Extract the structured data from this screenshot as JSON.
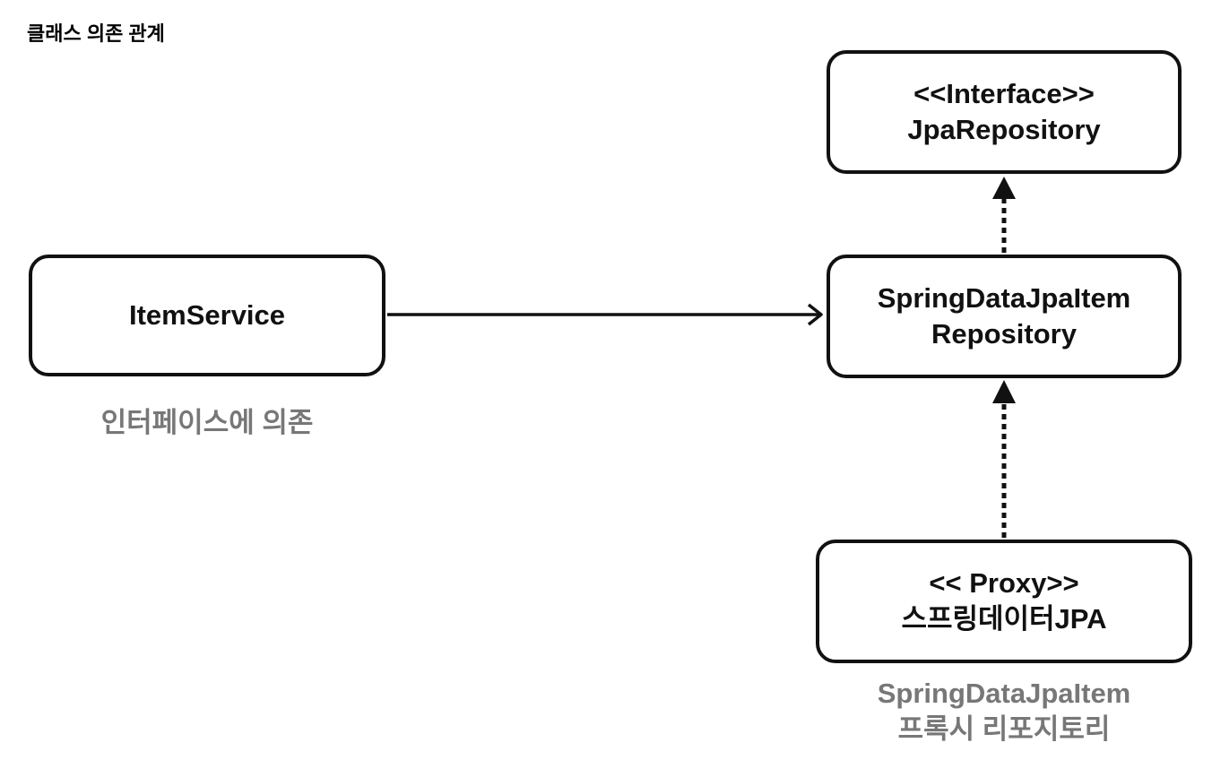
{
  "title": "클래스 의존 관계",
  "nodes": {
    "jpa_repository": {
      "line1": "<<Interface>>",
      "line2": "JpaRepository"
    },
    "spring_data_jpa_item_repository": {
      "line1": "SpringDataJpaItem",
      "line2": "Repository"
    },
    "item_service": {
      "label": "ItemService"
    },
    "proxy": {
      "line1": "<< Proxy>>",
      "line2": "스프링데이터JPA"
    }
  },
  "captions": {
    "item_service": "인터페이스에 의존",
    "proxy_line1": "SpringDataJpaItem",
    "proxy_line2": "프록시 리포지토리"
  },
  "edges": [
    {
      "from": "item_service",
      "to": "spring_data_jpa_item_repository",
      "style": "solid",
      "arrow": "open"
    },
    {
      "from": "spring_data_jpa_item_repository",
      "to": "jpa_repository",
      "style": "dotted",
      "arrow": "filled"
    },
    {
      "from": "proxy",
      "to": "spring_data_jpa_item_repository",
      "style": "dotted",
      "arrow": "filled"
    }
  ],
  "colors": {
    "stroke": "#111111",
    "caption": "#777777",
    "background": "#ffffff"
  }
}
